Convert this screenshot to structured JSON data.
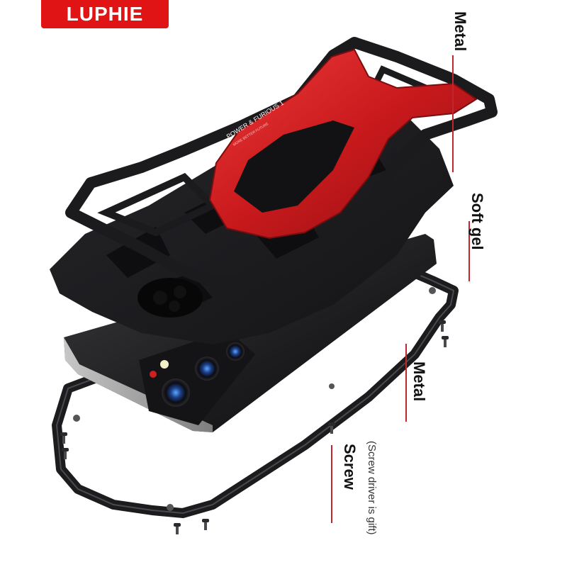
{
  "brand": {
    "name": "LUPHIE",
    "color": "#e01414"
  },
  "labels": {
    "metal_top": "Metal",
    "soft_gel": "Soft gel",
    "metal_mid": "Metal",
    "screw": "Screw",
    "screw_note": "(Screw driver is gift)"
  },
  "case_print": {
    "line1": "POWER & FURIOUS 1",
    "line2": "MORE BETTER FUTURE"
  },
  "colors": {
    "accent_red": "#d11f1f",
    "callout_line": "#c0262c",
    "case_black": "#1b1b1d"
  }
}
